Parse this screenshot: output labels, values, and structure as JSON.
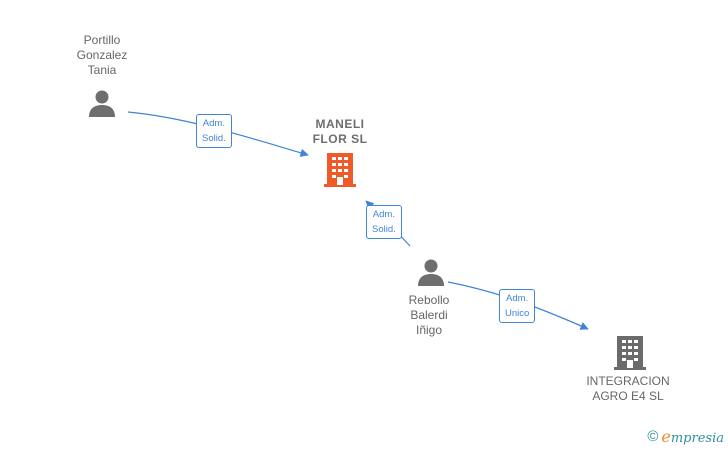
{
  "nodes": {
    "person_top": {
      "lines": [
        "Portillo",
        "Gonzalez",
        "Tania"
      ]
    },
    "company_main": {
      "lines": [
        "MANELI",
        "FLOR  SL"
      ]
    },
    "person_mid": {
      "lines": [
        "Rebollo",
        "Balerdi",
        "Iñigo"
      ]
    },
    "company_bottom": {
      "lines": [
        "INTEGRACION",
        "AGRO E4  SL"
      ]
    }
  },
  "edges": {
    "edge1": {
      "lines": [
        "Adm.",
        "Solid."
      ]
    },
    "edge2": {
      "lines": [
        "Adm.",
        "Solid."
      ]
    },
    "edge3": {
      "lines": [
        "Adm.",
        "Unico"
      ]
    }
  },
  "footer": {
    "copyright_symbol": "©",
    "brand_initial": "e",
    "brand_rest": "mpresia"
  },
  "colors": {
    "accent_company": "#f05a28",
    "company_gray": "#6b6b6b",
    "person_gray": "#6e6e6e",
    "edge_blue": "#3f84d6"
  }
}
